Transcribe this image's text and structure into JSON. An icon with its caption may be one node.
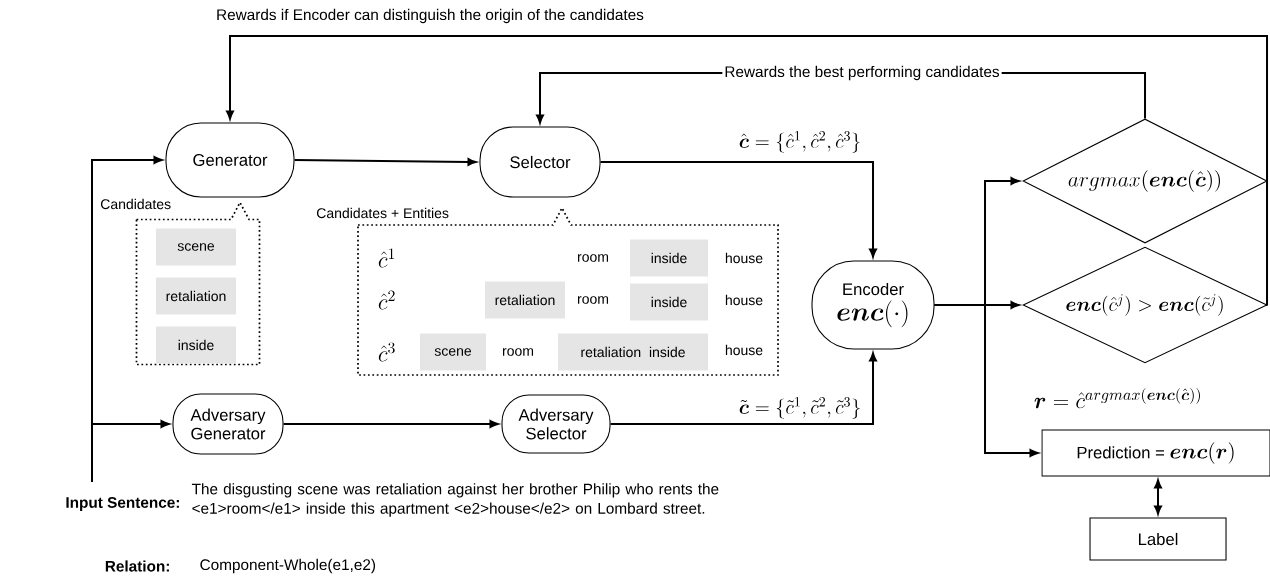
{
  "diagram": {
    "nodes": [
      {
        "text": [
          "Generator"
        ]
      },
      {
        "text": [
          "Selector"
        ]
      },
      {
        "text": [
          "Adversary Generator"
        ]
      },
      {
        "text": [
          "Adversary Selector"
        ]
      },
      {
        "text": [
          "Encoder",
          "\\boldsymbol{enc}(\\cdot)"
        ]
      },
      {
        "text": [
          "argmax(\\boldsymbol{enc}(\\hat{\\boldsymbol{c}}))"
        ]
      },
      {
        "text": [
          "\\boldsymbol{enc}(\\hat{c}^{j}) > \\boldsymbol{enc}(\\tilde{c}^{j})"
        ]
      },
      {
        "text": [
          "Prediction =",
          "\\boldsymbol{enc}(\\boldsymbol{r})"
        ]
      },
      {
        "text": [
          "Label"
        ]
      },
      {
        "text": [
          "Candidates"
        ]
      },
      {
        "text": [
          "scene"
        ],
        "in": 9
      },
      {
        "text": [
          "retaliation"
        ],
        "in": 9
      },
      {
        "text": [
          "inside"
        ],
        "in": 9
      },
      {
        "text": [
          "Candidates + Entities"
        ]
      },
      {
        "text": [
          "inside"
        ],
        "in": 13
      },
      {
        "text": [
          "retaliation"
        ],
        "in": 13
      },
      {
        "text": [
          "inside"
        ],
        "in": 13
      },
      {
        "text": [
          "scene"
        ],
        "in": 13
      },
      {
        "text": [
          "retaliation",
          "inside"
        ],
        "in": 13
      }
    ],
    "edges": [
      {
        "from": null,
        "to": 0,
        "arrow": "to"
      },
      {
        "from": null,
        "to": 2,
        "arrow": "to"
      },
      {
        "from": 0,
        "to": 1,
        "arrow": "to"
      },
      {
        "from": 1,
        "to": 4,
        "arrow": "to",
        "label": "\\hat{\\boldsymbol{c}} = \\{\\hat{c}^{1}, \\hat{c}^{2}, \\hat{c}^{3}\\}"
      },
      {
        "from": 2,
        "to": 3,
        "arrow": "to"
      },
      {
        "from": 3,
        "to": 4,
        "arrow": "to",
        "label": "\\tilde{\\boldsymbol{c}} = \\{\\tilde{c}^{1}, \\tilde{c}^{2}, \\tilde{c}^{3}\\}"
      },
      {
        "from": 4,
        "to": 5,
        "arrow": "to"
      },
      {
        "from": 4,
        "to": 6,
        "arrow": "to"
      },
      {
        "from": 4,
        "to": 7,
        "arrow": "to",
        "label": "\\boldsymbol{r} = \\hat{c}^{argmax(\\boldsymbol{enc}(\\hat{\\boldsymbol{c}}))}"
      },
      {
        "from": 7,
        "to": 8,
        "arrow": "both"
      },
      {
        "from": 6,
        "to": 0,
        "arrow": "to",
        "label": "Rewards if Encoder can distinguish the origin of the candidates"
      },
      {
        "from": 5,
        "to": 1,
        "arrow": "to",
        "label": "Rewards the best performing candidates"
      }
    ],
    "labels": [
      "\\hat{c}^{1}",
      "room",
      "house",
      "\\hat{c}^{2}",
      "room",
      "house",
      "\\hat{c}^{3}",
      "room",
      "house",
      "Input Sentence:",
      "The disgusting scene was retaliation against her brother Philip who rents the <e1>room</e1> inside this apartment <e2>house</e2> on Lombard street.",
      "Relation:",
      "Component-Whole(e1,e2)"
    ]
  }
}
